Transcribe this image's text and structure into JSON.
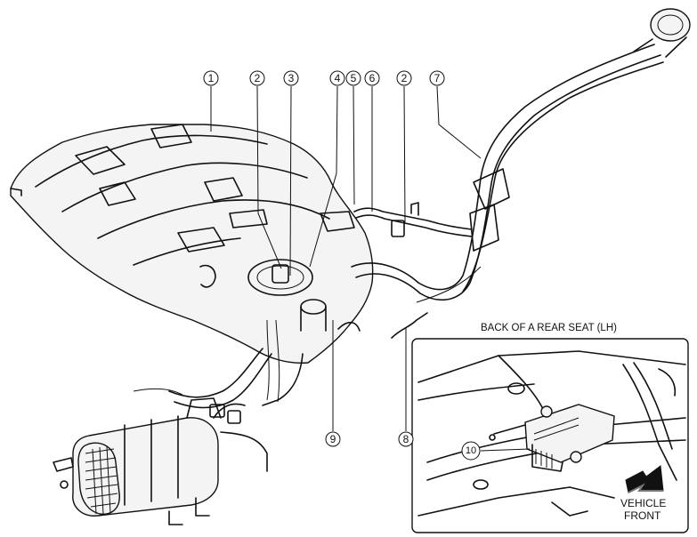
{
  "callouts": [
    {
      "id": "c1",
      "label": "1"
    },
    {
      "id": "c2",
      "label": "2"
    },
    {
      "id": "c3",
      "label": "3"
    },
    {
      "id": "c4",
      "label": "4"
    },
    {
      "id": "c5",
      "label": "5"
    },
    {
      "id": "c6",
      "label": "6"
    },
    {
      "id": "c2b",
      "label": "2"
    },
    {
      "id": "c7",
      "label": "7"
    },
    {
      "id": "c9",
      "label": "9"
    },
    {
      "id": "c8",
      "label": "8"
    },
    {
      "id": "c10",
      "label": "10"
    }
  ],
  "inset": {
    "title": "BACK OF A REAR SEAT (LH)",
    "direction_line1": "VEHICLE",
    "direction_line2": "FRONT"
  },
  "icons": [
    "vehicle-front-arrow-icon"
  ]
}
